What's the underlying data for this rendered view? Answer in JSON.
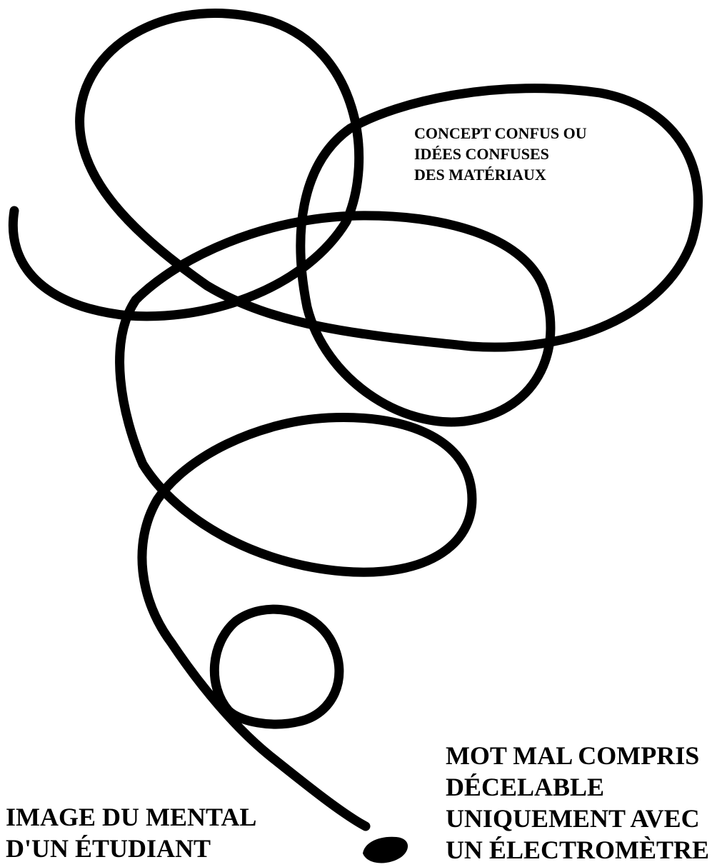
{
  "labels": {
    "confused_concept": [
      "CONCEPT CONFUS OU",
      "IDÉES CONFUSES",
      "DES MATÉRIAUX"
    ],
    "student_mind": [
      "IMAGE DU MENTAL",
      "D'UN ÉTUDIANT"
    ],
    "misunderstood_word": [
      "MOT MAL COMPRIS",
      "DÉCELABLE",
      "UNIQUEMENT AVEC",
      "UN ÉLECTROMÈTRE"
    ]
  },
  "colors": {
    "ink": "#000000",
    "background": "#ffffff"
  }
}
